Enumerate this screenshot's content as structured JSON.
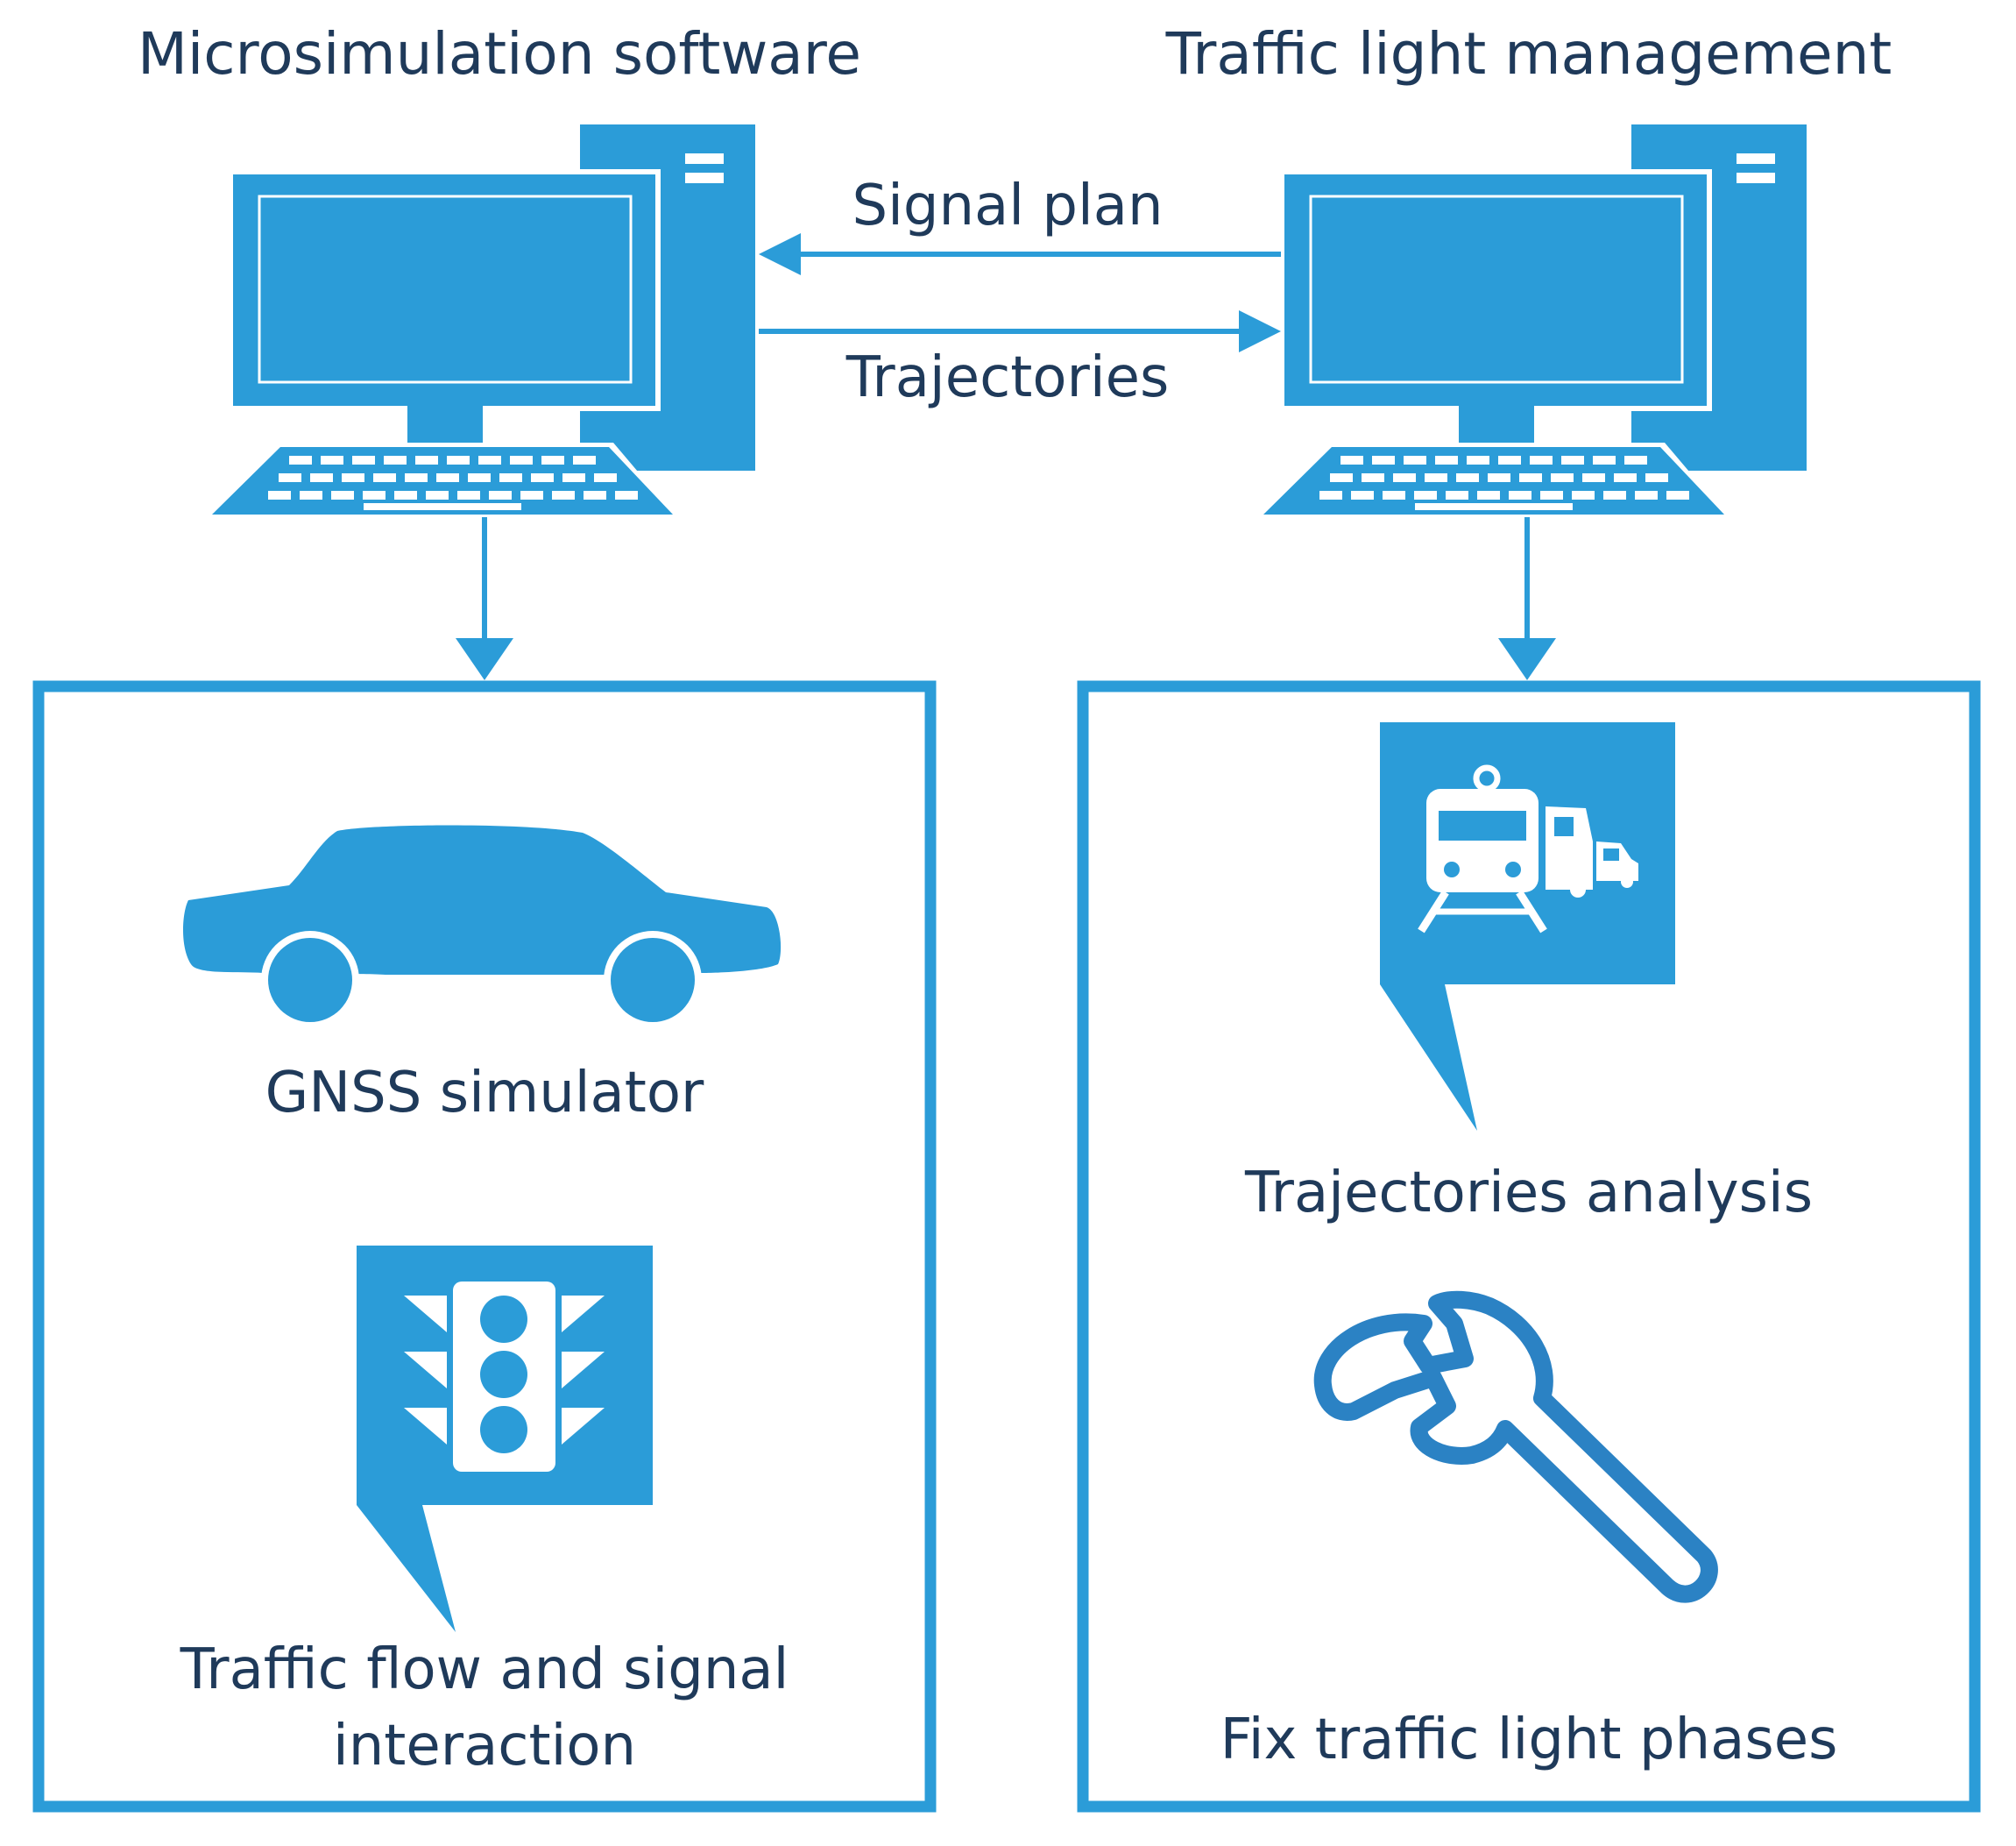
{
  "colors": {
    "blue": "#2b9cd8",
    "blue_dark": "#1e84bd",
    "text": "#1f3a5a",
    "white": "#ffffff"
  },
  "left": {
    "title": "Microsimulation software",
    "items": [
      {
        "label": "GNSS simulator",
        "icon": "car-icon"
      },
      {
        "label_line1": "Traffic flow and signal",
        "label_line2": "interaction",
        "icon": "traffic-light-icon"
      }
    ]
  },
  "right": {
    "title": "Traffic light management",
    "items": [
      {
        "label": "Trajectories analysis",
        "icon": "transport-icon"
      },
      {
        "label": "Fix traffic light phases",
        "icon": "wrench-icon"
      }
    ]
  },
  "links": {
    "signal_plan": "Signal plan",
    "trajectories": "Trajectories"
  }
}
